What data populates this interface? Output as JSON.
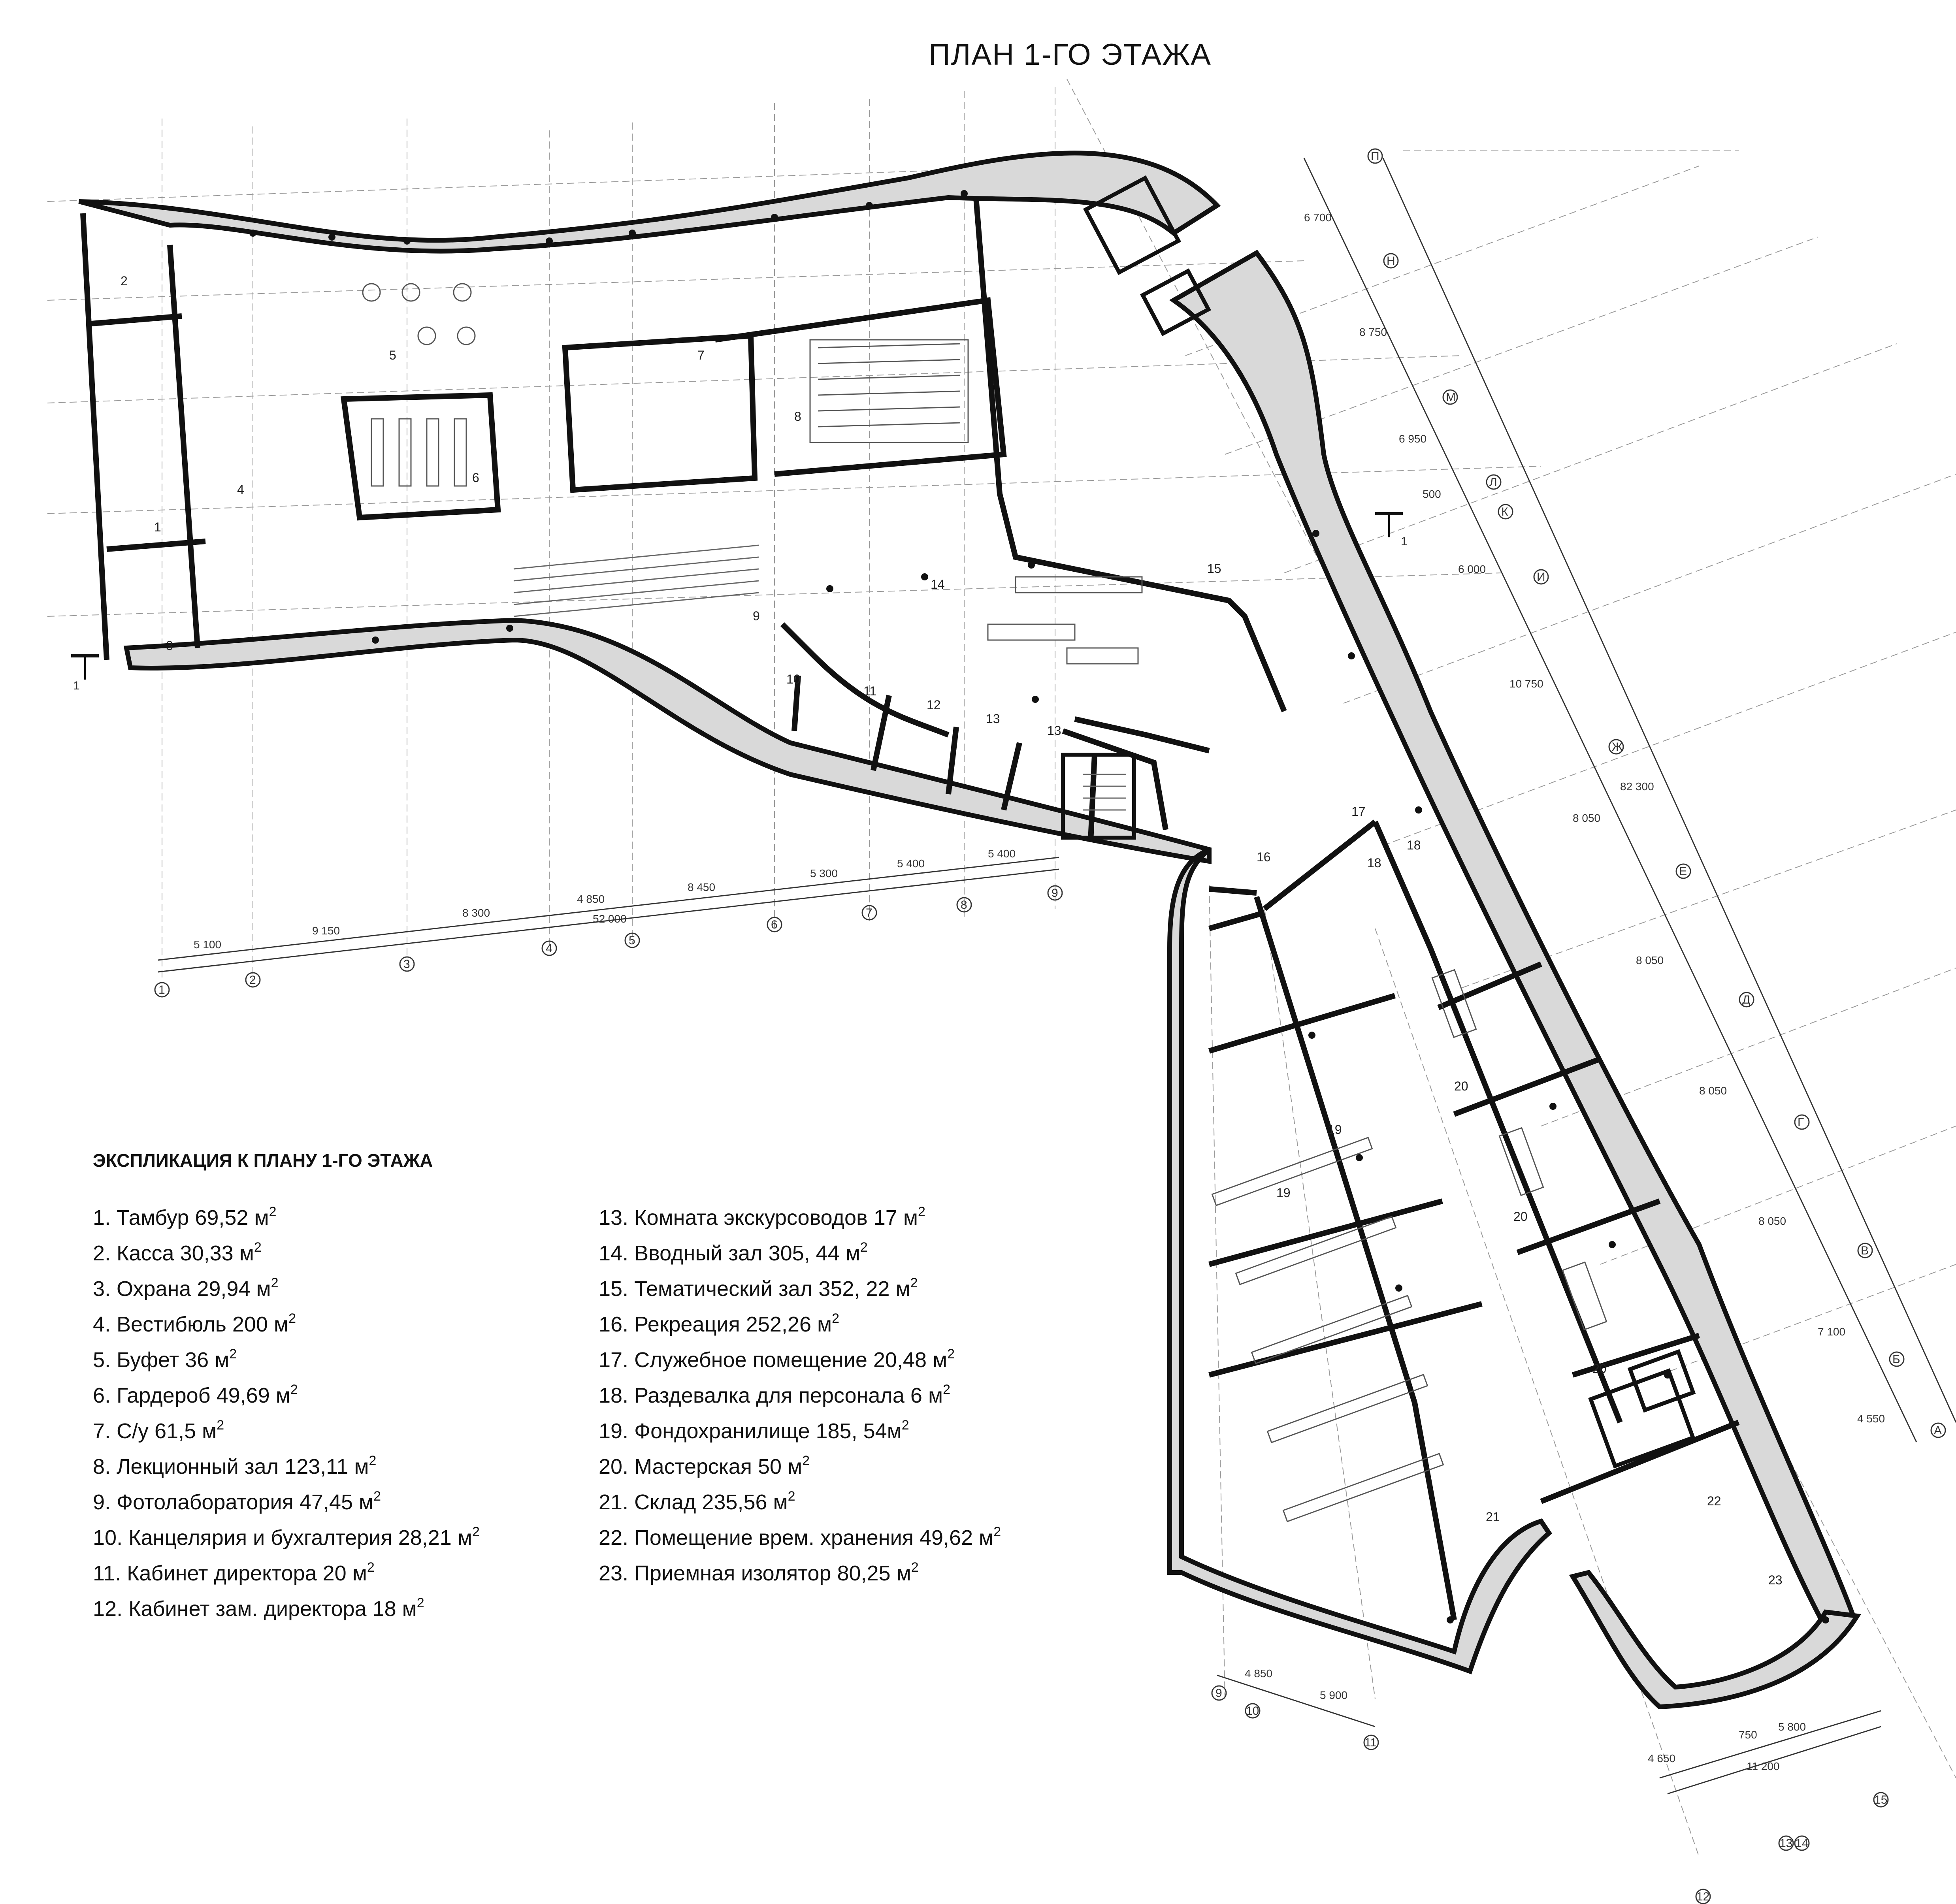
{
  "title": "ПЛАН 1-ГО ЭТАЖА",
  "explication": {
    "title": "ЭКСПЛИКАЦИЯ К ПЛАНУ 1-ГО ЭТАЖА",
    "column1": [
      {
        "text": "1. Тамбур   69,52 м",
        "unit_sup": "2"
      },
      {
        "text": "2. Касса      30,33 м",
        "unit_sup": "2"
      },
      {
        "text": "3. Охрана 29,94 м",
        "unit_sup": "2"
      },
      {
        "text": "4. Вестибюль 200 м",
        "unit_sup": "2"
      },
      {
        "text": "5. Буфет 36 м",
        "unit_sup": "2"
      },
      {
        "text": "6. Гардероб 49,69 м",
        "unit_sup": "2"
      },
      {
        "text": "7. С/у 61,5 м",
        "unit_sup": "2"
      },
      {
        "text": "8. Лекционный зал 123,11 м",
        "unit_sup": "2"
      },
      {
        "text": "9. Фотолаборатория 47,45 м",
        "unit_sup": "2"
      },
      {
        "text": "10. Канцелярия и бухгалтерия 28,21 м",
        "unit_sup": "2"
      },
      {
        "text": "11. Кабинет директора 20 м",
        "unit_sup": "2"
      },
      {
        "text": "12. Кабинет зам. директора 18 м",
        "unit_sup": "2"
      }
    ],
    "column2": [
      {
        "text": "13. Комната экскурсоводов 17 м",
        "unit_sup": "2"
      },
      {
        "text": "14. Вводный зал 305, 44 м",
        "unit_sup": "2"
      },
      {
        "text": "15. Тематический зал 352, 22 м",
        "unit_sup": "2"
      },
      {
        "text": "16. Рекреация 252,26 м",
        "unit_sup": "2"
      },
      {
        "text": "17. Служебное помещение 20,48 м",
        "unit_sup": "2"
      },
      {
        "text": "18. Раздевалка для персонала  6 м",
        "unit_sup": "2"
      },
      {
        "text": "19. Фондохранилище 185, 54м",
        "unit_sup": "2"
      },
      {
        "text": "20. Мастерская 50 м",
        "unit_sup": "2"
      },
      {
        "text": "21. Склад 235,56 м",
        "unit_sup": "2"
      },
      {
        "text": "22. Помещение врем. хранения 49,62 м",
        "unit_sup": "2"
      },
      {
        "text": "23. Приемная изолятор 80,25 м",
        "unit_sup": "2"
      }
    ]
  },
  "horizontal_axes": [
    "1",
    "2",
    "3",
    "4",
    "5",
    "6",
    "7",
    "8",
    "9"
  ],
  "horizontal_dims": [
    "5 100",
    "9 150",
    "8 300",
    "4 850",
    "8 450",
    "5 300",
    "5 400",
    "5 400"
  ],
  "horizontal_total": "52 000",
  "diagonal_axes": [
    "П",
    "Н",
    "М",
    "Л",
    "К",
    "И",
    "Ж",
    "Е",
    "Д",
    "Г",
    "В",
    "Б",
    "А"
  ],
  "diagonal_dims": [
    "6 700",
    "8 750",
    "6 950",
    "500",
    "6 000",
    "10 750",
    "8 050",
    "8 050",
    "8 050",
    "8 050",
    "7 100",
    "4 550"
  ],
  "diagonal_total": "82 300",
  "bottom_axes": [
    "9",
    "10",
    "11",
    "12",
    "13",
    "14",
    "15"
  ],
  "bottom_dims": [
    "4 850",
    "5 900",
    "4 650",
    "750",
    "5 800"
  ],
  "bottom_total": "11 200",
  "section_marks": [
    "1",
    "1"
  ],
  "room_labels": [
    "1",
    "2",
    "3",
    "4",
    "5",
    "6",
    "7",
    "8",
    "9",
    "10",
    "11",
    "12",
    "13",
    "13",
    "14",
    "15",
    "16",
    "17",
    "18",
    "18",
    "19",
    "19",
    "20",
    "20",
    "20",
    "21",
    "22",
    "23"
  ]
}
